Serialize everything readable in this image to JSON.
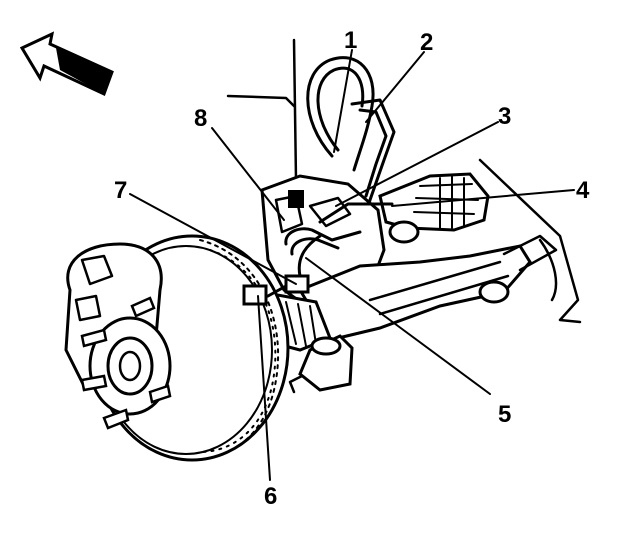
{
  "callouts": {
    "c1": "1",
    "c2": "2",
    "c3": "3",
    "c4": "4",
    "c5": "5",
    "c6": "6",
    "c7": "7",
    "c8": "8"
  },
  "icons": {
    "direction_arrow": "forward-arrow-icon"
  }
}
